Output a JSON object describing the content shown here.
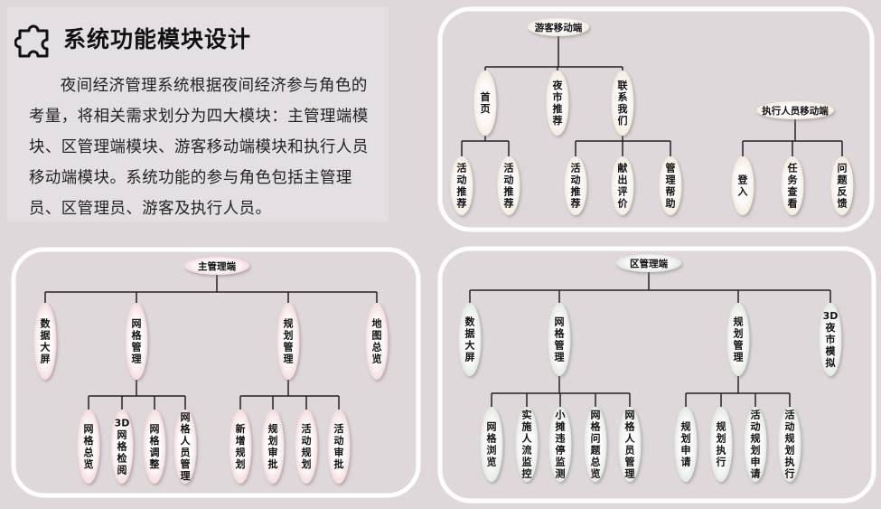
{
  "intro": {
    "title": "系统功能模块设计",
    "paragraph": "夜间经济管理系统根据夜间经济参与角色的考量，将相关需求划分为四大模块：主管理端模块、区管理端模块、游客移动端模块和执行人员移动端模块。系统功能的参与角色包括主管理员、区管理员、游客及执行人员。",
    "icon": "puzzle-icon"
  },
  "colors": {
    "background": "#ded8db",
    "panel": "#e4dfe2",
    "frame": "#ffffff",
    "line": "#222222",
    "pink_node": "#f3c9cc",
    "green_node": "#cfe3d3",
    "cream_node": "#ece6c9"
  },
  "diagrams": [
    {
      "id": "tourist",
      "root": "游客移动端",
      "style": "cream",
      "children": [
        {
          "label": "首页",
          "children": [
            "活动推荐",
            "活动推荐"
          ]
        },
        {
          "label": "夜市推荐",
          "children": []
        },
        {
          "label": "联系我们",
          "children": [
            "活动推荐",
            "献出评价",
            "管理帮助"
          ]
        }
      ]
    },
    {
      "id": "executor",
      "root": "执行人员移动端",
      "style": "cream",
      "children": [
        {
          "label": "登入",
          "children": []
        },
        {
          "label": "任务查看",
          "children": []
        },
        {
          "label": "问题反馈",
          "children": []
        }
      ]
    },
    {
      "id": "main",
      "root": "主管理端",
      "style": "pink",
      "children": [
        {
          "label": "数据大屏",
          "children": []
        },
        {
          "label": "网格管理",
          "children": [
            "网格总览",
            "3D网格检阅",
            "网格调整",
            "网格人员管理"
          ]
        },
        {
          "label": "规划管理",
          "children": [
            "新增规划",
            "规划审批",
            "活动规划",
            "活动审批"
          ]
        },
        {
          "label": "地图总览",
          "children": []
        }
      ]
    },
    {
      "id": "district",
      "root": "区管理端",
      "style": "green",
      "children": [
        {
          "label": "数据大屏",
          "children": []
        },
        {
          "label": "网格管理",
          "children": [
            "网格浏览",
            "实施人流监控",
            "小摊违停监测",
            "网格问题总览",
            "网格人员管理"
          ]
        },
        {
          "label": "规划管理",
          "children": [
            "规划申请",
            "规划执行",
            "活动规划申请",
            "活动规划执行"
          ]
        },
        {
          "label": "3D夜市模拟",
          "children": []
        }
      ]
    }
  ]
}
